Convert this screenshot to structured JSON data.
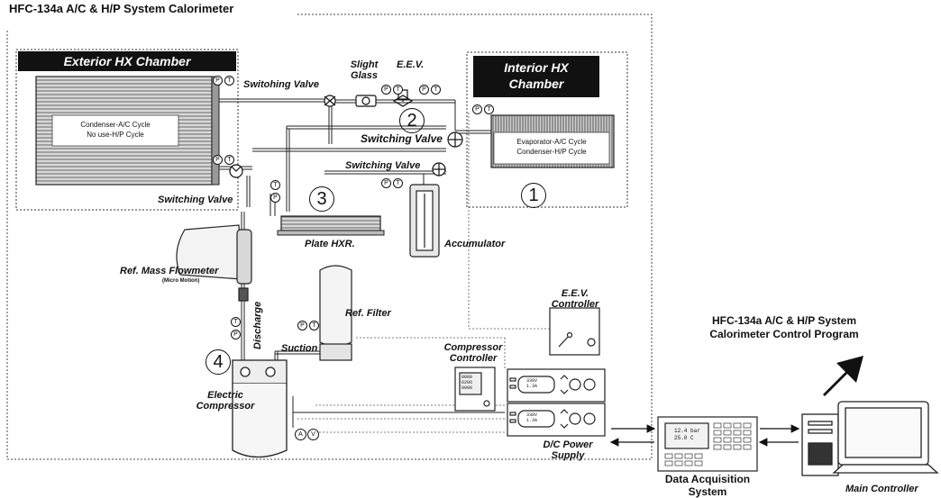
{
  "title": "HFC-134a A/C & H/P System Calorimeter",
  "exterior_chamber": {
    "header": "Exterior HX Chamber",
    "coil_line1": "Condenser-A/C Cycle",
    "coil_line2": "No use-H/P Cycle"
  },
  "interior_chamber": {
    "header_line1": "Interior HX",
    "header_line2": "Chamber",
    "coil_line1": "Evaporator-A/C Cycle",
    "coil_line2": "Condenser-H/P Cycle"
  },
  "labels": {
    "switching_valve_top": "Switohing Valve",
    "sight_glass_line1": "Slight",
    "sight_glass_line2": "Glass",
    "eev": "E.E.V.",
    "switching_valve_mid": "Switching Valve",
    "switching_valve_low": "Switching Valve",
    "switching_valve_left": "Switching Valve",
    "plate_hxr": "Plate HXR.",
    "accumulator": "Accumulator",
    "mass_flowmeter": "Ref. Mass Flowmeter",
    "micro_motion": "(Micro Motion)",
    "discharge": "Discharge",
    "ref_filter": "Ref. Filter",
    "suction": "Suction",
    "eev_controller_line1": "E.E.V.",
    "eev_controller_line2": "Controller",
    "compressor_controller_line1": "Compressor",
    "compressor_controller_line2": "Controller",
    "electric_compressor_line1": "Electric",
    "electric_compressor_line2": "Compressor",
    "dc_power_line1": "D/C Power",
    "dc_power_line2": "Supply",
    "control_program_line1": "HFC-134a A/C & H/P System",
    "control_program_line2": "Calorimeter Control Program",
    "daq_line1": "Data Acquisition",
    "daq_line2": "System",
    "main_controller": "Main Controller"
  },
  "numbers": [
    "1",
    "2",
    "3",
    "4"
  ],
  "sensor_tags": {
    "pressure": "P",
    "temperature": "T",
    "ammeter": "A",
    "voltmeter": "V"
  },
  "displays": {
    "psu_top_v": "330V",
    "psu_top_a": "1.3A",
    "psu_bot_v": "330V",
    "psu_bot_a": "1.3A",
    "comp_ctrl_1": "0000",
    "comp_ctrl_2": "6206",
    "comp_ctrl_3": "0000",
    "daq_1": "12.4 bar",
    "daq_2": "25.0 C"
  }
}
